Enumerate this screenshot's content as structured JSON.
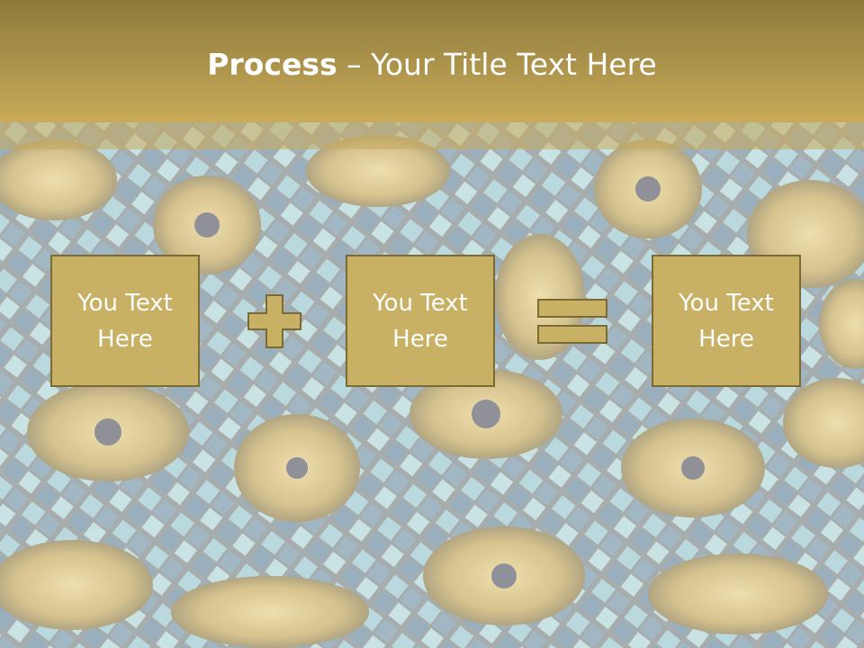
{
  "title": {
    "bold": "Process",
    "rest": " – Your Title Text Here"
  },
  "boxes": [
    {
      "text": "You Text Here"
    },
    {
      "text": "You Text Here"
    },
    {
      "text": "You Text Here"
    }
  ],
  "operators": {
    "plus": "plus-icon",
    "equals": "equals-icon"
  },
  "colors": {
    "header": "#c9aa58",
    "box_fill": "#c8b164",
    "box_border": "#7a6a33",
    "mosaic_blue": "#6fb8d8",
    "mosaic_gold": "#c9a94e"
  }
}
